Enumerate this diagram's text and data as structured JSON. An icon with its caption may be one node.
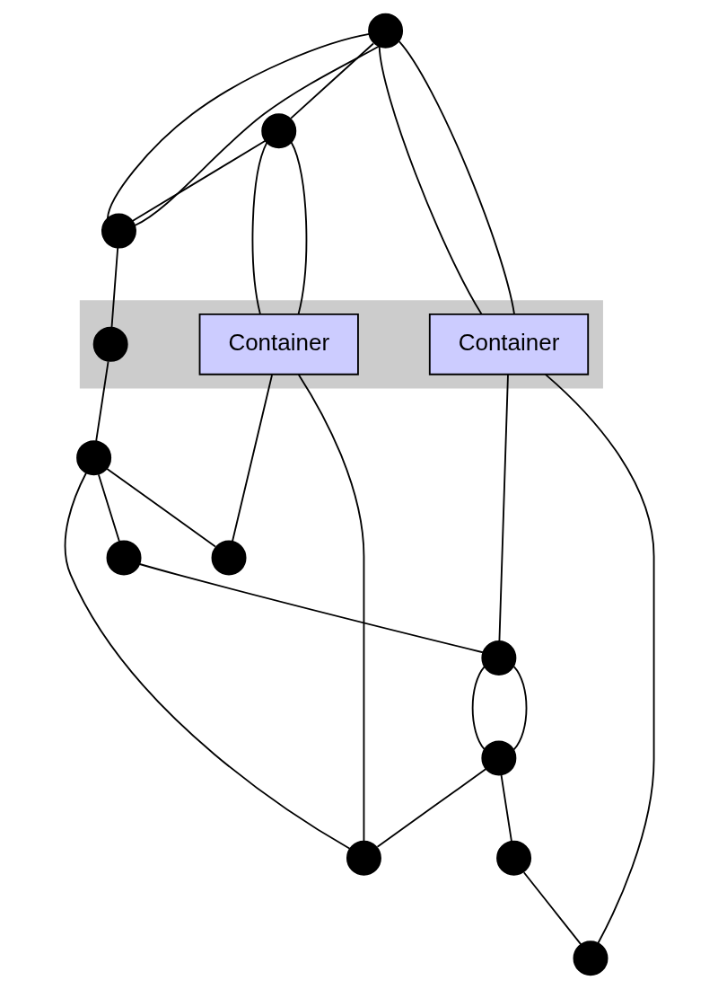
{
  "diagram": {
    "nodes": [
      {
        "text": [],
        "shape": "circle"
      },
      {
        "text": [],
        "shape": "circle"
      },
      {
        "text": [],
        "shape": "circle"
      },
      {
        "text": [],
        "shape": "bar"
      },
      {
        "text": [
          "Container"
        ],
        "in": 3
      },
      {
        "text": [],
        "shape": "circle",
        "in": 3
      },
      {
        "text": [
          "Container"
        ],
        "in": 3
      },
      {
        "text": [],
        "shape": "circle"
      },
      {
        "text": [],
        "shape": "circle"
      },
      {
        "text": [],
        "shape": "circle"
      },
      {
        "text": [],
        "shape": "circle"
      },
      {
        "text": [],
        "shape": "circle"
      },
      {
        "text": [],
        "shape": "circle"
      },
      {
        "text": [],
        "shape": "circle"
      },
      {
        "text": [],
        "shape": "circle"
      }
    ],
    "edges": [
      {
        "from": 0,
        "to": 4,
        "arrow": "none"
      },
      {
        "from": 0,
        "to": 4,
        "arrow": "none"
      },
      {
        "from": 0,
        "to": 2,
        "arrow": "none"
      },
      {
        "from": 0,
        "to": 2,
        "arrow": "none"
      },
      {
        "from": 0,
        "to": 1,
        "arrow": "none"
      },
      {
        "from": 1,
        "to": 2,
        "arrow": "none"
      },
      {
        "from": 1,
        "to": 6,
        "arrow": "none"
      },
      {
        "from": 1,
        "to": 6,
        "arrow": "none"
      },
      {
        "from": 2,
        "to": 5,
        "arrow": "none"
      },
      {
        "from": 5,
        "to": 7,
        "arrow": "none"
      },
      {
        "from": 4,
        "to": 14,
        "arrow": "none"
      },
      {
        "from": 4,
        "to": 10,
        "arrow": "none"
      },
      {
        "from": 6,
        "to": 9,
        "arrow": "none"
      },
      {
        "from": 6,
        "to": 13,
        "arrow": "none"
      },
      {
        "from": 7,
        "to": 8,
        "arrow": "none"
      },
      {
        "from": 7,
        "to": 13,
        "arrow": "none"
      },
      {
        "from": 7,
        "to": 9,
        "arrow": "none"
      },
      {
        "from": 8,
        "to": 10,
        "arrow": "none"
      },
      {
        "from": 10,
        "to": 11,
        "arrow": "none"
      },
      {
        "from": 10,
        "to": 11,
        "arrow": "none"
      },
      {
        "from": 11,
        "to": 12,
        "arrow": "none"
      },
      {
        "from": 11,
        "to": 13,
        "arrow": "none"
      },
      {
        "from": 12,
        "to": 14,
        "arrow": "none"
      }
    ]
  }
}
